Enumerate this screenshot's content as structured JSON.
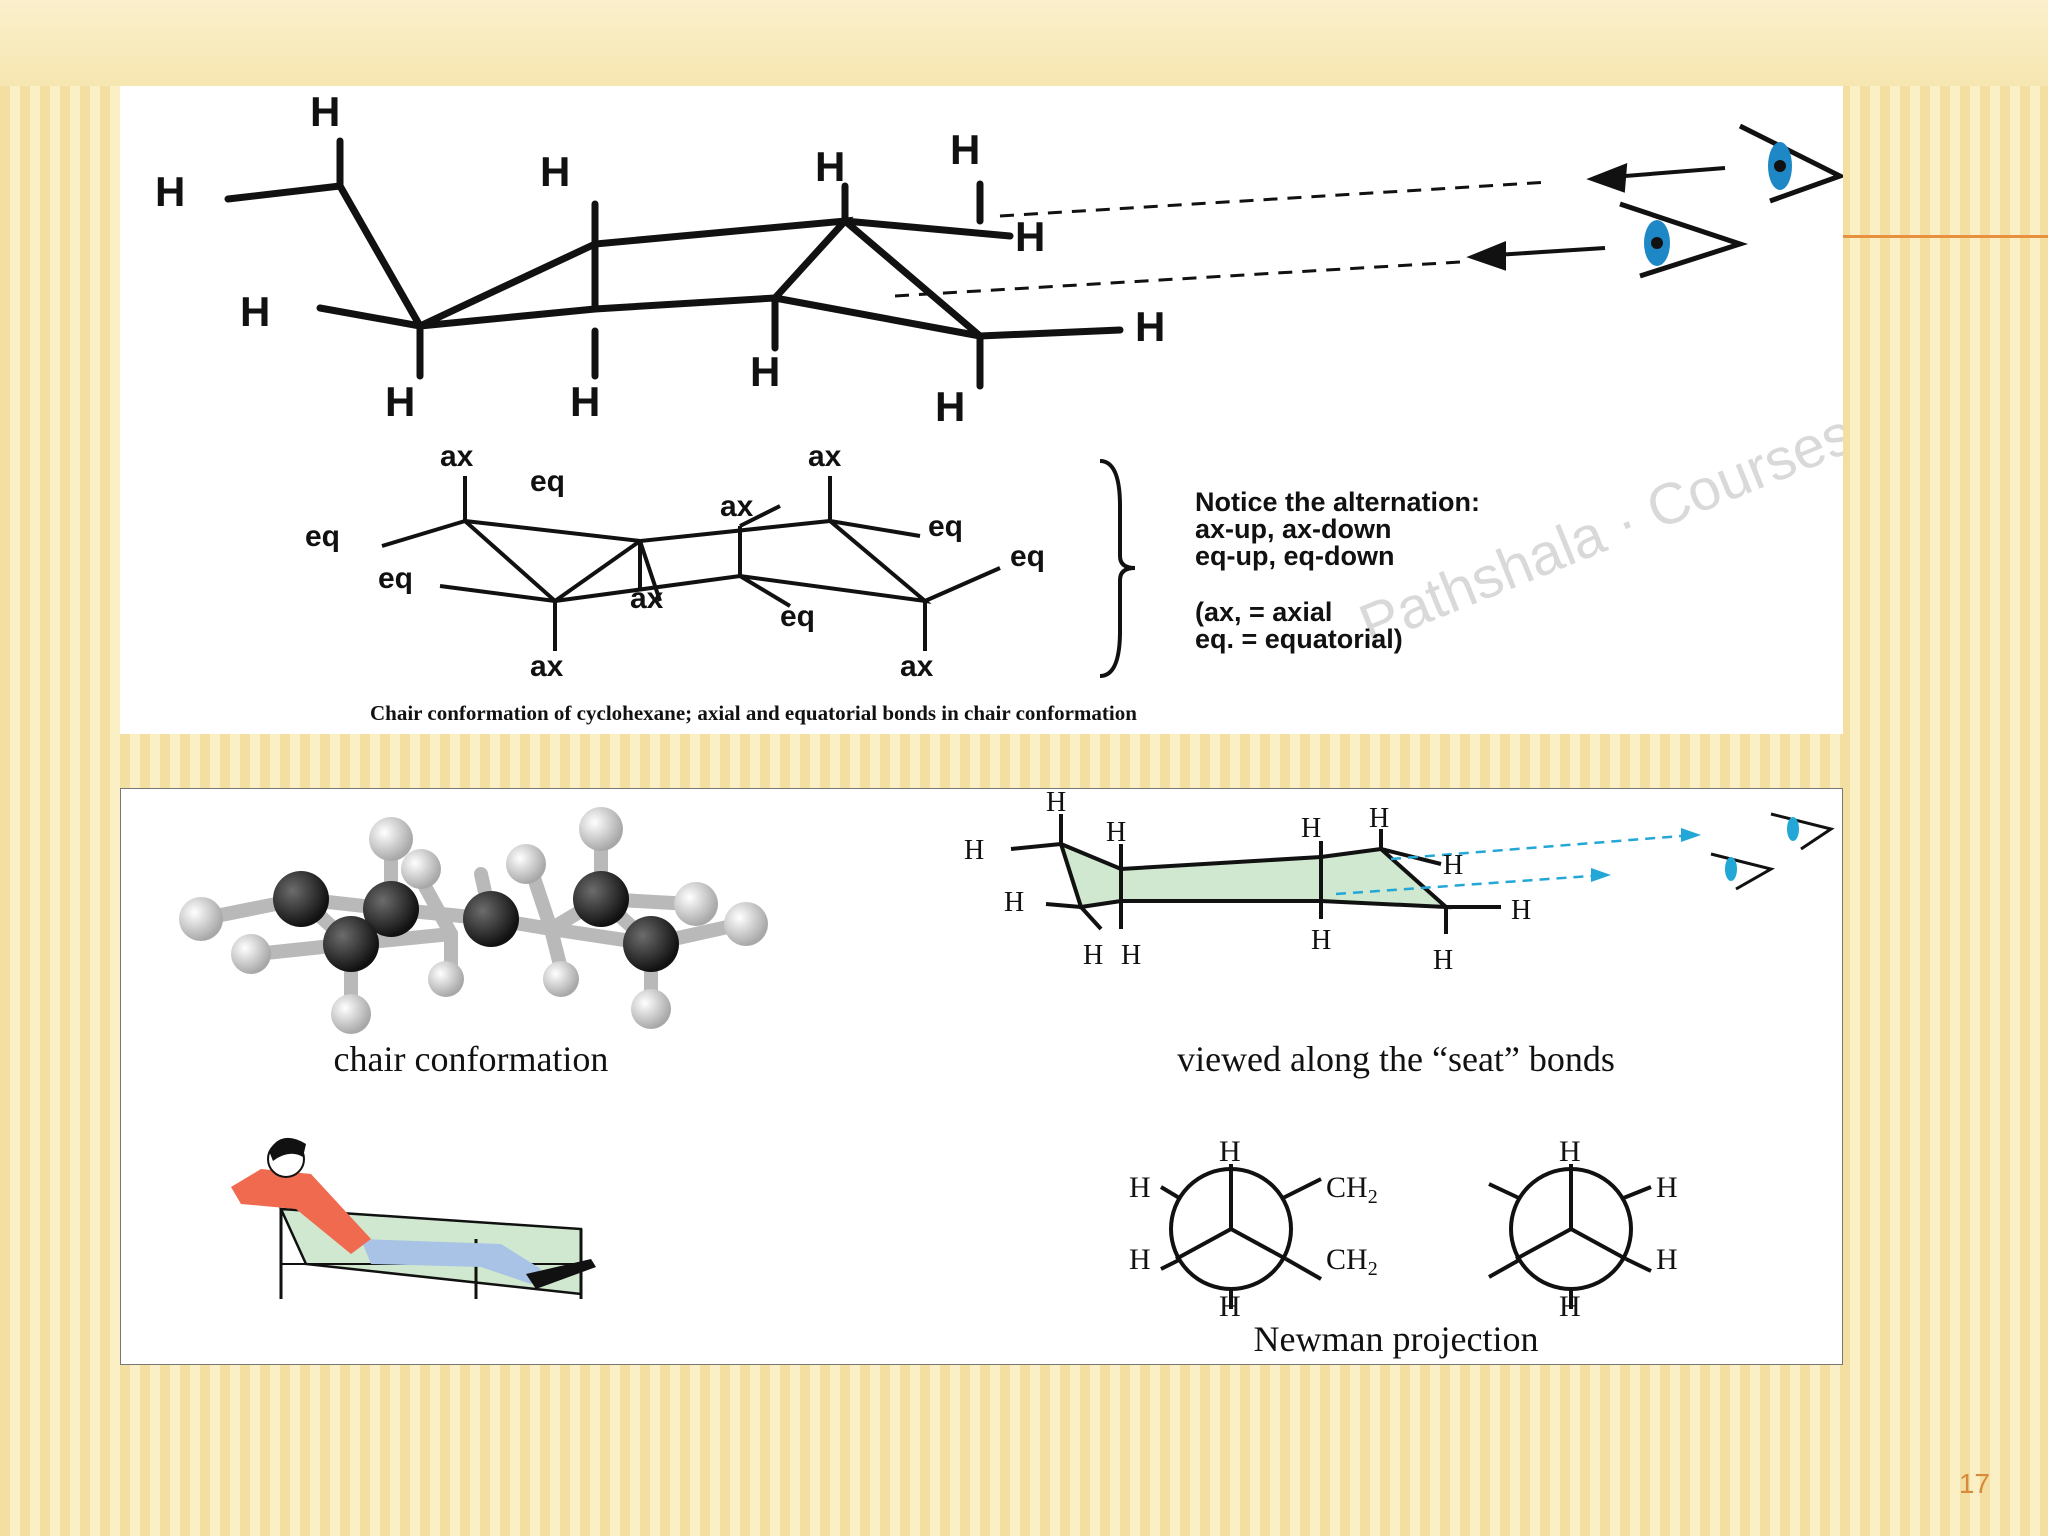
{
  "top_diagram": {
    "atoms": [
      "H",
      "H",
      "H",
      "H",
      "H",
      "H",
      "H",
      "H",
      "H",
      "H",
      "H",
      "H"
    ],
    "bond_labels": [
      "ax",
      "eq",
      "ax",
      "eq",
      "ax",
      "eq",
      "eq",
      "eq",
      "ax",
      "ax",
      "eq",
      "ax"
    ],
    "notes": [
      "Notice the alternation:",
      "ax-up, ax-down",
      "eq-up, eq-down",
      "(ax, = axial",
      "eq. = equatorial)"
    ],
    "caption": "Chair conformation of cyclohexane; axial and equatorial bonds in chair conformation"
  },
  "bottom_panel": {
    "ball_stick_caption": "chair conformation",
    "seat_view_caption": "viewed along the “seat” bonds",
    "seat_atoms": [
      "H",
      "H",
      "H",
      "H",
      "H",
      "H",
      "H",
      "H",
      "H",
      "H",
      "H",
      "H"
    ],
    "newman_caption": "Newman projection",
    "newman": {
      "h_label": "H",
      "ch2_label": "CH",
      "ch2_sub": "2"
    }
  },
  "colors": {
    "accent": "#e8913f",
    "eye_blue": "#1e88c7",
    "seat_green": "#cfe8cf",
    "arrow_cyan": "#22a7d6"
  },
  "page_number": "17"
}
